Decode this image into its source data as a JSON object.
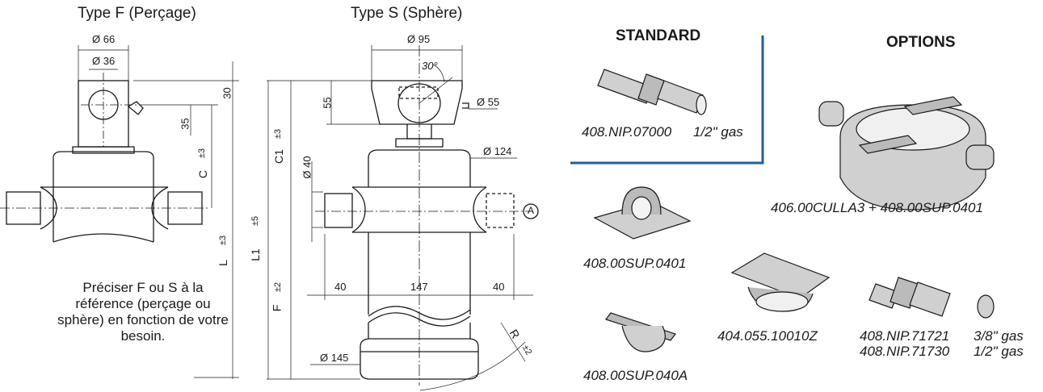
{
  "titles": {
    "type_f": "Type F (Perçage)",
    "type_s": "Type S (Sphère)"
  },
  "note": "Préciser F ou S à la référence (perçage ou sphère) en fonction de votre besoin.",
  "dims_f": {
    "d66": "Ø 66",
    "d36": "Ø 36",
    "h30": "30",
    "h35": "35",
    "c": "C",
    "c_tol": "±3",
    "l": "L",
    "l_tol": "±3"
  },
  "dims_s": {
    "d95": "Ø 95",
    "ang": "30°",
    "h55": "55",
    "d55": "Ø 55",
    "d124": "Ø 124",
    "c1": "C1",
    "c1_tol": "±3",
    "d40": "Ø 40",
    "l1": "L1",
    "l1_tol": "±5",
    "f": "F",
    "f_tol": "±2",
    "w40l": "40",
    "w147": "147",
    "w40r": "40",
    "d145": "Ø 145",
    "r": "R",
    "r_tol": "±2",
    "a": "A"
  },
  "standard": {
    "heading": "STANDARD",
    "ref": "408.NIP.07000",
    "spec": "1/2\" gas"
  },
  "options": {
    "heading": "OPTIONS",
    "cradle_ref": "406.00CULLA3 + 408.00SUP.0401",
    "sup0401_ref": "408.00SUP.0401",
    "sup040a_ref": "408.00SUP.040A",
    "bracket_ref": "404.055.10010Z",
    "nip1_ref": "408.NIP.71721",
    "nip1_spec": "3/8\" gas",
    "nip2_ref": "408.NIP.71730",
    "nip2_spec": "1/2\" gas"
  },
  "colors": {
    "accent_line": "#1f5f9e",
    "part_fill": "#d0d0d0",
    "line": "#1a1a1a"
  }
}
